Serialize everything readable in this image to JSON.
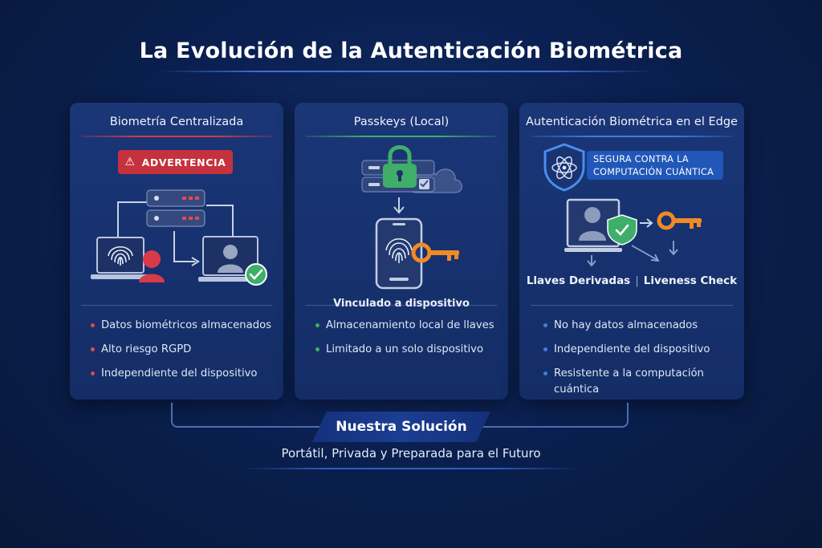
{
  "title": "La Evolución de la Autenticación Biométrica",
  "colors": {
    "red_accent": "#d83a4a",
    "green_accent": "#3fae6a",
    "blue_accent": "#3b7fe0",
    "key_orange": "#f08a24"
  },
  "cards": [
    {
      "title": "Biometría Centralizada",
      "badge": "ADVERTENCIA",
      "icons": [
        "warning-icon",
        "server-icon",
        "laptop-fingerprint-icon",
        "person-icon",
        "monitor-user-icon",
        "check-icon"
      ],
      "bullets": [
        "Datos biométricos almacenados",
        "Alto riesgo RGPD",
        "Independiente del dispositivo"
      ]
    },
    {
      "title": "Passkeys (Local)",
      "caption": "Vinculado a dispositivo",
      "icons": [
        "server-icon",
        "lock-icon",
        "cloud-icon",
        "phone-fingerprint-icon",
        "key-icon"
      ],
      "bullets": [
        "Almacenamiento local de llaves",
        "Limitado a un solo dispositivo"
      ]
    },
    {
      "title": "Autenticación Biométrica en el Edge",
      "badge_line1": "SEGURA CONTRA LA",
      "badge_line2": "COMPUTACIÓN CUÁNTICA",
      "label_left": "Llaves Derivadas",
      "label_sep": "|",
      "label_right": "Liveness Check",
      "icons": [
        "shield-atom-icon",
        "monitor-user-icon",
        "shield-check-icon",
        "key-icon"
      ],
      "bullets": [
        "No hay datos almacenados",
        "Independiente del dispositivo",
        "Resistente a la computación cuántica"
      ]
    }
  ],
  "solution": "Nuestra Solución",
  "subtitle": "Portátil, Privada y Preparada para el Futuro"
}
